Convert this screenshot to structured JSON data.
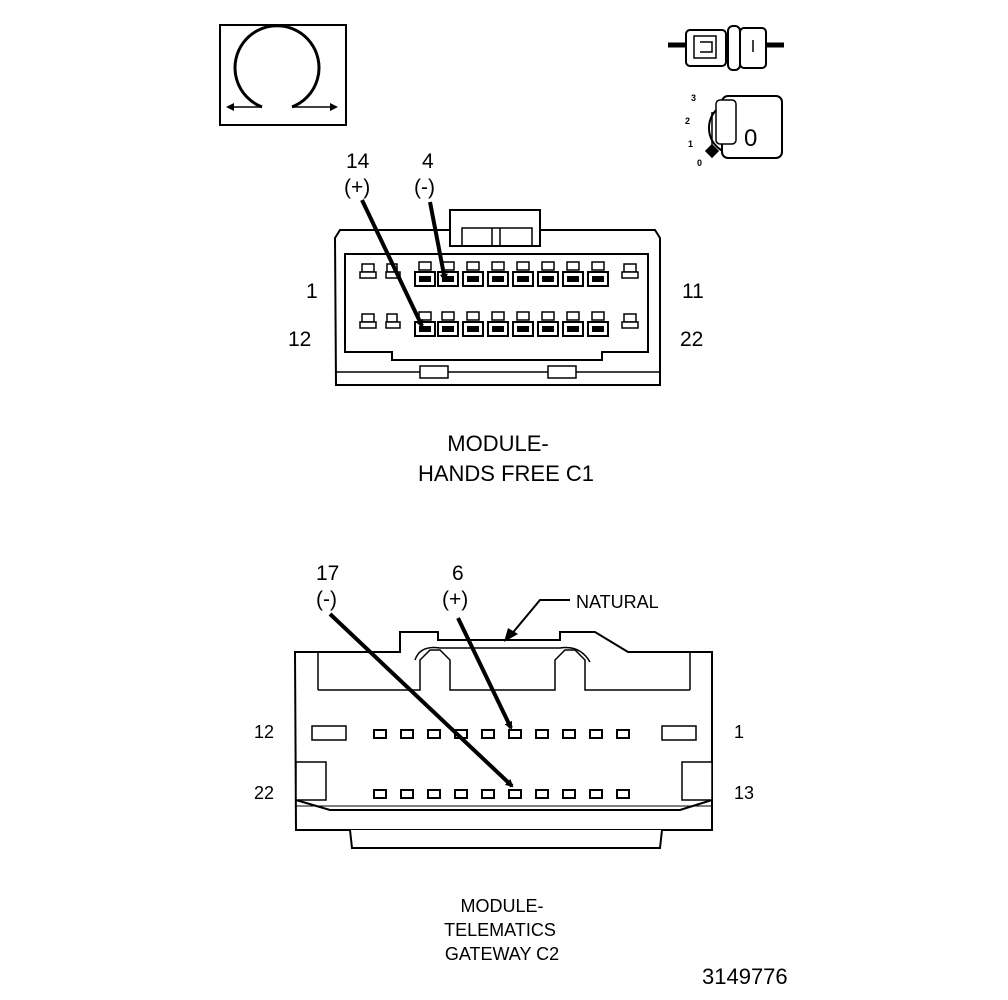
{
  "icons": {
    "ohmmeter": "ohm-symbol-icon",
    "connector_disconnect": "connector-disconnect-icon",
    "ignition": "ignition-switch-icon"
  },
  "ignition": {
    "positions": [
      "3",
      "2",
      "1",
      "0"
    ],
    "key_label": "0"
  },
  "connector_c1": {
    "title_line1": "MODULE-",
    "title_line2": "HANDS FREE C1",
    "pin_left_top": "1",
    "pin_left_bottom": "12",
    "pin_right_top": "11",
    "pin_right_bottom": "22",
    "probe_a_pin": "14",
    "probe_a_polarity": "(+)",
    "probe_b_pin": "4",
    "probe_b_polarity": "(-)"
  },
  "connector_c2": {
    "title_line1": "MODULE-",
    "title_line2": "TELEMATICS",
    "title_line3": "GATEWAY C2",
    "color_label": "NATURAL",
    "pin_left_top": "12",
    "pin_left_bottom": "22",
    "pin_right_top": "1",
    "pin_right_bottom": "13",
    "probe_a_pin": "17",
    "probe_a_polarity": "(-)",
    "probe_b_pin": "6",
    "probe_b_polarity": "(+)"
  },
  "figure_number": "3149776"
}
